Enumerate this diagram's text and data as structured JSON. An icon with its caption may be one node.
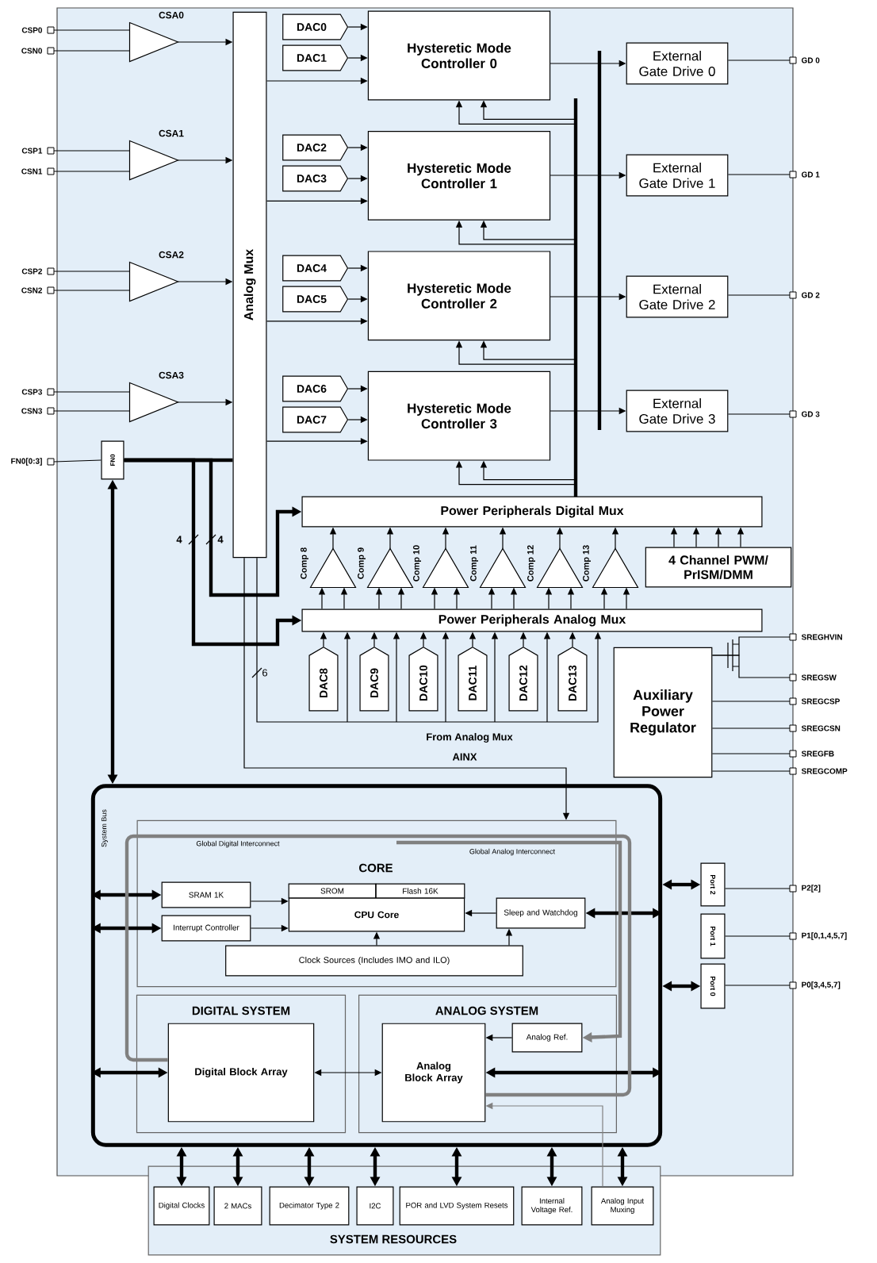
{
  "diagram": {
    "nodes": [
      {
        "text": [
          "CSP0"
        ]
      },
      {
        "text": [
          "CSN0"
        ]
      },
      {
        "text": [
          "CSA0"
        ]
      },
      {
        "text": [
          "CSP1"
        ]
      },
      {
        "text": [
          "CSN1"
        ]
      },
      {
        "text": [
          "CSA1"
        ]
      },
      {
        "text": [
          "CSP2"
        ]
      },
      {
        "text": [
          "CSN2"
        ]
      },
      {
        "text": [
          "CSA2"
        ]
      },
      {
        "text": [
          "CSP3"
        ]
      },
      {
        "text": [
          "CSN3"
        ]
      },
      {
        "text": [
          "CSA3"
        ]
      },
      {
        "text": [
          "FN0[0:3]"
        ]
      },
      {
        "text": [
          "FN0"
        ]
      },
      {
        "text": [
          "Analog Mux"
        ]
      },
      {
        "text": [
          "DAC0"
        ]
      },
      {
        "text": [
          "DAC1"
        ]
      },
      {
        "text": [
          "Hysteretic Mode Controller 0"
        ]
      },
      {
        "text": [
          "DAC2"
        ]
      },
      {
        "text": [
          "DAC3"
        ]
      },
      {
        "text": [
          "Hysteretic Mode Controller 1"
        ]
      },
      {
        "text": [
          "DAC4"
        ]
      },
      {
        "text": [
          "DAC5"
        ]
      },
      {
        "text": [
          "Hysteretic Mode Controller 2"
        ]
      },
      {
        "text": [
          "DAC6"
        ]
      },
      {
        "text": [
          "DAC7"
        ]
      },
      {
        "text": [
          "Hysteretic Mode Controller 3"
        ]
      },
      {
        "text": [
          "External Gate Drive 0"
        ]
      },
      {
        "text": [
          "GD 0"
        ]
      },
      {
        "text": [
          "External Gate Drive 1"
        ]
      },
      {
        "text": [
          "GD 1"
        ]
      },
      {
        "text": [
          "External Gate Drive 2"
        ]
      },
      {
        "text": [
          "GD 2"
        ]
      },
      {
        "text": [
          "External Gate Drive 3"
        ]
      },
      {
        "text": [
          "GD 3"
        ]
      },
      {
        "text": [
          "Power Peripherals Digital Mux"
        ]
      },
      {
        "text": [
          "Comp 8"
        ]
      },
      {
        "text": [
          "Comp 9"
        ]
      },
      {
        "text": [
          "Comp 10"
        ]
      },
      {
        "text": [
          "Comp 11"
        ]
      },
      {
        "text": [
          "Comp 12"
        ]
      },
      {
        "text": [
          "Comp 13"
        ]
      },
      {
        "text": [
          "4 Channel PWM/ PrISM/DMM"
        ]
      },
      {
        "text": [
          "Power Peripherals Analog Mux"
        ]
      },
      {
        "text": [
          "DAC8"
        ]
      },
      {
        "text": [
          "DAC9"
        ]
      },
      {
        "text": [
          "DAC10"
        ]
      },
      {
        "text": [
          "DAC11"
        ]
      },
      {
        "text": [
          "DAC12"
        ]
      },
      {
        "text": [
          "DAC13"
        ]
      },
      {
        "text": [
          "Auxiliary Power Regulator"
        ]
      },
      {
        "text": [
          "SREGHVIN"
        ]
      },
      {
        "text": [
          "SREGSW"
        ]
      },
      {
        "text": [
          "SREGCSP"
        ]
      },
      {
        "text": [
          "SREGCSN"
        ]
      },
      {
        "text": [
          "SREGFB"
        ]
      },
      {
        "text": [
          "SREGCOMP"
        ]
      },
      {
        "text": [
          "System Bus"
        ]
      },
      {
        "text": [
          "CORE"
        ],
        "in": 57
      },
      {
        "text": [
          "SRAM 1K"
        ],
        "in": 58
      },
      {
        "text": [
          "Interrupt Controller"
        ],
        "in": 58
      },
      {
        "text": [
          "SROM"
        ],
        "in": 58
      },
      {
        "text": [
          "Flash 16K"
        ],
        "in": 58
      },
      {
        "text": [
          "CPU Core"
        ],
        "in": 58
      },
      {
        "text": [
          "Sleep and Watchdog"
        ],
        "in": 58
      },
      {
        "text": [
          "Clock Sources (Includes IMO and ILO)"
        ],
        "in": 58
      },
      {
        "text": [
          "DIGITAL SYSTEM"
        ],
        "in": 57
      },
      {
        "text": [
          "Digital Block Array"
        ],
        "in": 66
      },
      {
        "text": [
          "ANALOG SYSTEM"
        ],
        "in": 57
      },
      {
        "text": [
          "Analog Block Array"
        ],
        "in": 68
      },
      {
        "text": [
          "Analog Ref."
        ],
        "in": 68
      },
      {
        "text": [
          "Port 2"
        ]
      },
      {
        "text": [
          "Port 1"
        ]
      },
      {
        "text": [
          "Port 0"
        ]
      },
      {
        "text": [
          "P2[2]"
        ]
      },
      {
        "text": [
          "P1[0,1,4,5,7]"
        ]
      },
      {
        "text": [
          "P0[3,4,5,7]"
        ]
      },
      {
        "text": [
          "SYSTEM RESOURCES"
        ]
      },
      {
        "text": [
          "Digital Clocks"
        ],
        "in": 77
      },
      {
        "text": [
          "2 MACs"
        ],
        "in": 77
      },
      {
        "text": [
          "Decimator Type 2"
        ],
        "in": 77
      },
      {
        "text": [
          "I2C"
        ],
        "in": 77
      },
      {
        "text": [
          "POR and LVD System Resets"
        ],
        "in": 77
      },
      {
        "text": [
          "Internal Voltage Ref."
        ],
        "in": 77
      },
      {
        "text": [
          "Analog Input Muxing"
        ],
        "in": 77
      }
    ],
    "edges": [
      {
        "from": 0,
        "to": 2,
        "arrow": "none"
      },
      {
        "from": 1,
        "to": 2,
        "arrow": "none"
      },
      {
        "from": 3,
        "to": 5,
        "arrow": "none"
      },
      {
        "from": 4,
        "to": 5,
        "arrow": "none"
      },
      {
        "from": 6,
        "to": 8,
        "arrow": "none"
      },
      {
        "from": 7,
        "to": 8,
        "arrow": "none"
      },
      {
        "from": 9,
        "to": 11,
        "arrow": "none"
      },
      {
        "from": 10,
        "to": 11,
        "arrow": "none"
      },
      {
        "from": 2,
        "to": 14,
        "arrow": "to"
      },
      {
        "from": 5,
        "to": 14,
        "arrow": "to"
      },
      {
        "from": 8,
        "to": 14,
        "arrow": "to"
      },
      {
        "from": 11,
        "to": 14,
        "arrow": "to"
      },
      {
        "from": 12,
        "to": 13,
        "arrow": "none"
      },
      {
        "from": 13,
        "to": 14,
        "arrow": "none",
        "style": "thick"
      },
      {
        "from": 13,
        "to": 35,
        "arrow": "to",
        "style": "thick"
      },
      {
        "from": 13,
        "to": 43,
        "arrow": "to",
        "style": "thick"
      },
      {
        "from": 13,
        "to": 57,
        "arrow": "both",
        "style": "thick"
      },
      {
        "from": 15,
        "to": 17,
        "arrow": "to"
      },
      {
        "from": 16,
        "to": 17,
        "arrow": "to"
      },
      {
        "from": 18,
        "to": 20,
        "arrow": "to"
      },
      {
        "from": 19,
        "to": 20,
        "arrow": "to"
      },
      {
        "from": 21,
        "to": 23,
        "arrow": "to"
      },
      {
        "from": 22,
        "to": 23,
        "arrow": "to"
      },
      {
        "from": 24,
        "to": 26,
        "arrow": "to"
      },
      {
        "from": 25,
        "to": 26,
        "arrow": "to"
      },
      {
        "from": 14,
        "to": 17,
        "arrow": "to"
      },
      {
        "from": 14,
        "to": 20,
        "arrow": "to"
      },
      {
        "from": 14,
        "to": 23,
        "arrow": "to"
      },
      {
        "from": 14,
        "to": 26,
        "arrow": "to"
      },
      {
        "from": 17,
        "to": 27,
        "arrow": "to"
      },
      {
        "from": 20,
        "to": 29,
        "arrow": "to"
      },
      {
        "from": 23,
        "to": 31,
        "arrow": "to"
      },
      {
        "from": 26,
        "to": 33,
        "arrow": "to"
      },
      {
        "from": 27,
        "to": 28,
        "arrow": "none"
      },
      {
        "from": 29,
        "to": 30,
        "arrow": "none"
      },
      {
        "from": 31,
        "to": 32,
        "arrow": "none"
      },
      {
        "from": 33,
        "to": 34,
        "arrow": "none"
      },
      {
        "from": 35,
        "to": 17,
        "arrow": "to"
      },
      {
        "from": 35,
        "to": 20,
        "arrow": "to"
      },
      {
        "from": 35,
        "to": 23,
        "arrow": "to"
      },
      {
        "from": 35,
        "to": 26,
        "arrow": "to"
      },
      {
        "from": 36,
        "to": 35,
        "arrow": "to"
      },
      {
        "from": 37,
        "to": 35,
        "arrow": "to"
      },
      {
        "from": 38,
        "to": 35,
        "arrow": "to"
      },
      {
        "from": 39,
        "to": 35,
        "arrow": "to"
      },
      {
        "from": 40,
        "to": 35,
        "arrow": "to"
      },
      {
        "from": 41,
        "to": 35,
        "arrow": "to"
      },
      {
        "from": 42,
        "to": 35,
        "arrow": "to"
      },
      {
        "from": 43,
        "to": 36,
        "arrow": "to"
      },
      {
        "from": 43,
        "to": 37,
        "arrow": "to"
      },
      {
        "from": 43,
        "to": 38,
        "arrow": "to"
      },
      {
        "from": 43,
        "to": 39,
        "arrow": "to"
      },
      {
        "from": 43,
        "to": 40,
        "arrow": "to"
      },
      {
        "from": 43,
        "to": 41,
        "arrow": "to"
      },
      {
        "from": 44,
        "to": 43,
        "arrow": "to"
      },
      {
        "from": 45,
        "to": 43,
        "arrow": "to"
      },
      {
        "from": 46,
        "to": 43,
        "arrow": "to"
      },
      {
        "from": 47,
        "to": 43,
        "arrow": "to"
      },
      {
        "from": 48,
        "to": 43,
        "arrow": "to"
      },
      {
        "from": 49,
        "to": 43,
        "arrow": "to"
      },
      {
        "from": 14,
        "to": 43,
        "arrow": "to",
        "label": "From Analog Mux"
      },
      {
        "from": 14,
        "to": 58,
        "arrow": "to",
        "label": "AINX"
      },
      {
        "from": 50,
        "to": 51,
        "arrow": "none"
      },
      {
        "from": 50,
        "to": 52,
        "arrow": "none"
      },
      {
        "from": 50,
        "to": 53,
        "arrow": "none"
      },
      {
        "from": 50,
        "to": 54,
        "arrow": "none"
      },
      {
        "from": 50,
        "to": 55,
        "arrow": "none"
      },
      {
        "from": 50,
        "to": 56,
        "arrow": "none"
      },
      {
        "from": 57,
        "to": 59,
        "arrow": "both",
        "style": "thick"
      },
      {
        "from": 57,
        "to": 60,
        "arrow": "both",
        "style": "thick"
      },
      {
        "from": 57,
        "to": 64,
        "arrow": "both",
        "style": "thick"
      },
      {
        "from": 57,
        "to": 67,
        "arrow": "both",
        "style": "thick"
      },
      {
        "from": 57,
        "to": 69,
        "arrow": "both",
        "style": "thick"
      },
      {
        "from": 57,
        "to": 71,
        "arrow": "both",
        "style": "thick"
      },
      {
        "from": 57,
        "to": 73,
        "arrow": "both",
        "style": "thick"
      },
      {
        "from": 59,
        "to": 63,
        "arrow": "to"
      },
      {
        "from": 60,
        "to": 63,
        "arrow": "to"
      },
      {
        "from": 64,
        "to": 63,
        "arrow": "to"
      },
      {
        "from": 65,
        "to": 63,
        "arrow": "to"
      },
      {
        "from": 65,
        "to": 64,
        "arrow": "to"
      },
      {
        "from": 70,
        "to": 69,
        "arrow": "to"
      },
      {
        "from": 67,
        "to": 69,
        "arrow": "both"
      },
      {
        "from": 84,
        "to": 69,
        "arrow": "to",
        "color": "#808080"
      },
      {
        "from": 71,
        "to": 74,
        "arrow": "none"
      },
      {
        "from": 72,
        "to": 75,
        "arrow": "none"
      },
      {
        "from": 73,
        "to": 76,
        "arrow": "none"
      },
      {
        "from": 57,
        "to": 78,
        "arrow": "both",
        "style": "thick"
      },
      {
        "from": 57,
        "to": 79,
        "arrow": "both",
        "style": "thick"
      },
      {
        "from": 57,
        "to": 80,
        "arrow": "both",
        "style": "thick"
      },
      {
        "from": 57,
        "to": 81,
        "arrow": "both",
        "style": "thick"
      },
      {
        "from": 57,
        "to": 82,
        "arrow": "both",
        "style": "thick"
      },
      {
        "from": 57,
        "to": 83,
        "arrow": "both",
        "style": "thick"
      },
      {
        "from": 57,
        "to": 84,
        "arrow": "both",
        "style": "thick"
      },
      {
        "from": 67,
        "to": 69,
        "arrow": "none",
        "style": "thick",
        "color": "#808080"
      },
      {
        "from": null,
        "to": 70,
        "arrow": "to",
        "style": "thick",
        "color": "#808080"
      },
      {
        "from": 43,
        "to": 36,
        "arrow": "to"
      },
      {
        "from": 43,
        "to": 37,
        "arrow": "to"
      },
      {
        "from": 43,
        "to": 38,
        "arrow": "to"
      },
      {
        "from": 43,
        "to": 39,
        "arrow": "to"
      },
      {
        "from": 43,
        "to": 40,
        "arrow": "to"
      },
      {
        "from": 43,
        "to": 41,
        "arrow": "to"
      },
      {
        "from": 42,
        "to": 35,
        "arrow": "to"
      },
      {
        "from": 42,
        "to": 35,
        "arrow": "to"
      },
      {
        "from": 42,
        "to": 35,
        "arrow": "to"
      }
    ],
    "labels": [
      "4",
      "4",
      "6",
      "Global Digital Interconnect",
      "Global Analog Interconnect"
    ]
  }
}
